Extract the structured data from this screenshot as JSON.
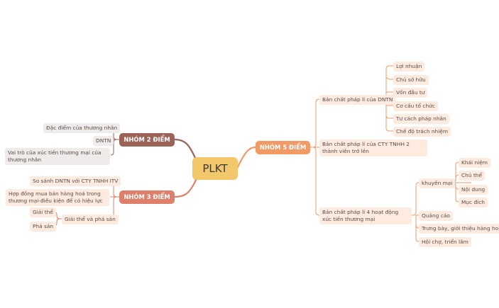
{
  "colors": {
    "root_bg": "#f2c86b",
    "branch_5": "#f19a66",
    "branch_2": "#9b6358",
    "branch_3": "#dd7f6a",
    "leaf_warm": "#fdebe0",
    "leaf_grey": "#eeebea"
  },
  "root": {
    "label": "PLKT"
  },
  "right": {
    "label": "NHÓM 5 ĐIỂM",
    "dntn": {
      "label": "Bản chất pháp lí của DNTN",
      "items": [
        "Lợi nhuận",
        "Chủ sở hữu",
        "Vốn đầu tư",
        "Cơ cấu tổ chức",
        "Tư cách pháp nhân",
        "Chế độ trách nhiệm"
      ]
    },
    "tnhh": {
      "label": "Bản chất pháp lí của CTY TNHH 2 thành viên trở lên"
    },
    "xtm": {
      "label": "Bản chất pháp lí 4 hoạt động xúc tiến thương mại",
      "khuyen_mai": {
        "label": "khuyến mại",
        "items": [
          "Khái niệm",
          "Chủ thể",
          "Nội dung",
          "Mục đích"
        ]
      },
      "items": [
        "Quảng cáo",
        "Trưng bày, giới thiệu hàng hoá",
        "Hội chợ, triển lãm"
      ]
    }
  },
  "left_top": {
    "label": "NHÓM 2 ĐIỂM",
    "items": [
      "Đặc điểm của thương nhân",
      "DNTN",
      "Vai trò của xúc tiến thương mại của thương nhân"
    ]
  },
  "left_bottom": {
    "label": "NHÓM 3 ĐIỂM",
    "items": [
      "So sánh DNTN với CTY TNHH ITV",
      "Hợp đồng mua bán hàng hoá trong thương mại-điều kiện để có hiệu lực"
    ],
    "giai_the": {
      "label": "Giải thể và phá sản",
      "items": [
        "Giải thể",
        "Phá sản"
      ]
    }
  }
}
